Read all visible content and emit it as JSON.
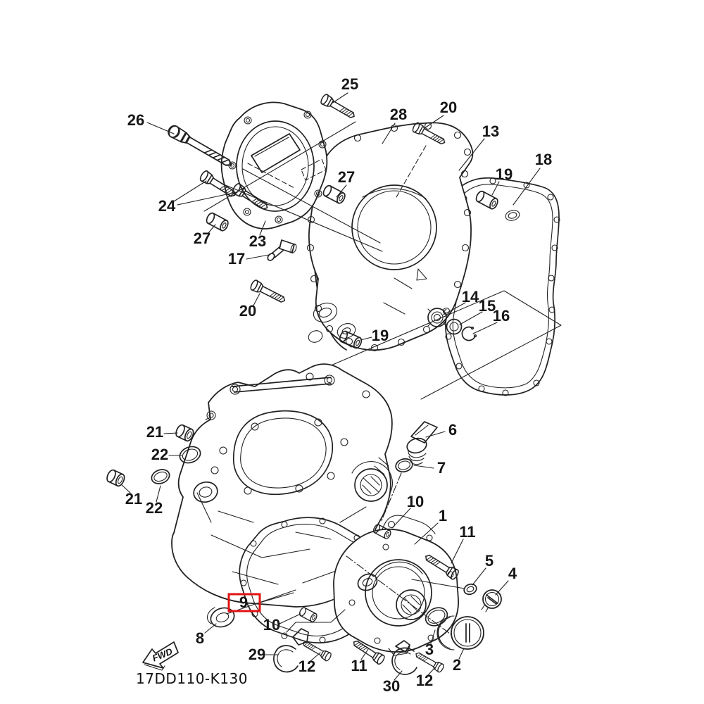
{
  "diagram": {
    "part_code": "17DD110-K130",
    "fwd_label": "FWD",
    "background_color": "#ffffff",
    "line_color": "#222222",
    "highlight_color": "#e21313"
  },
  "callouts": [
    "26",
    "25",
    "28",
    "20",
    "13",
    "19",
    "18",
    "24",
    "27",
    "27",
    "23",
    "17",
    "20",
    "14",
    "15",
    "16",
    "19",
    "21",
    "22",
    "21",
    "22",
    "6",
    "7",
    "10",
    "1",
    "11",
    "5",
    "4",
    "9",
    "8",
    "10",
    "29",
    "12",
    "11",
    "30",
    "12",
    "3",
    "2"
  ]
}
